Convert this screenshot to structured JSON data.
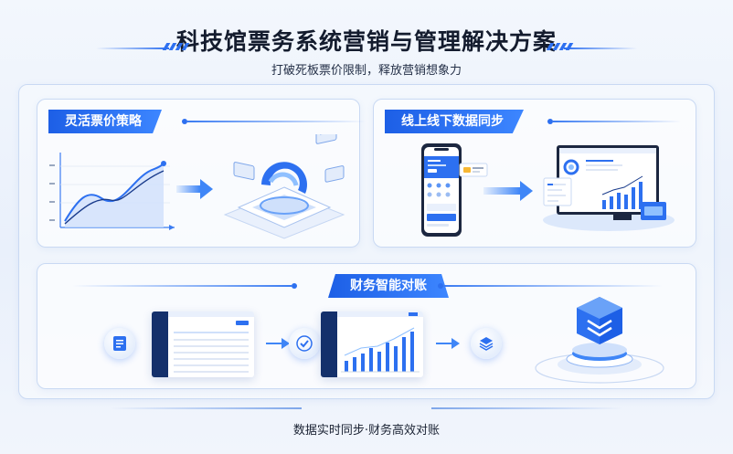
{
  "header": {
    "title": "科技馆票务系统营销与管理解决方案",
    "subtitle": "打破死板票价限制，释放营销想象力"
  },
  "sections": {
    "pricing": {
      "label": "灵活票价策略"
    },
    "sync": {
      "label": "线上线下数据同步"
    },
    "finance": {
      "label": "财务智能对账"
    }
  },
  "footer": {
    "text": "数据实时同步·财务高效对账"
  },
  "colors": {
    "accent": "#2d70f0",
    "dark_navy": "#14306b",
    "title": "#141c2e"
  },
  "icons": [
    "line-chart-icon",
    "cloud-sync-icon",
    "smartphone-icon",
    "monitor-icon",
    "document-icon",
    "shield-check-icon",
    "layers-icon",
    "cube-icon"
  ]
}
